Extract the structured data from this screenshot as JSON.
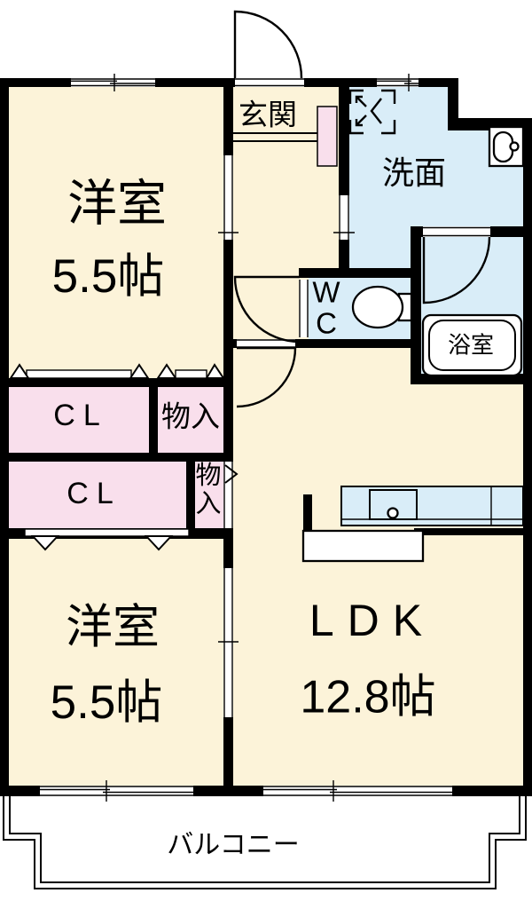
{
  "plan": {
    "bedroom_top": {
      "name": "洋室",
      "size": "5.5帖"
    },
    "bedroom_bottom": {
      "name": "洋室",
      "size": "5.5帖"
    },
    "ldk": {
      "name": "LDK",
      "size": "12.8帖"
    },
    "entrance": {
      "name": "玄関"
    },
    "washroom": {
      "name": "洗面"
    },
    "wc": {
      "line1": "W",
      "line2": "C"
    },
    "bathroom": {
      "name": "浴室"
    },
    "balcony": {
      "name": "バルコニー"
    },
    "closet_upper": {
      "name": "CL"
    },
    "storage_upper": {
      "name": "物入"
    },
    "closet_lower": {
      "name": "CL"
    },
    "storage_lower": {
      "char1": "物",
      "char2": "入"
    }
  },
  "colors": {
    "room_floor": "#FCF3D9",
    "wet_area": "#D9EDF8",
    "closet": "#F9DFEC",
    "wall": "#000000",
    "background": "#FFFFFF"
  },
  "icons": {
    "washing_machine": "washing-machine-icon",
    "wash_basin": "wash-basin-icon",
    "toilet": "toilet-icon",
    "bathtub": "bathtub-icon",
    "kitchen_sink": "kitchen-sink-icon",
    "door_swing": "door-swing-arc"
  }
}
